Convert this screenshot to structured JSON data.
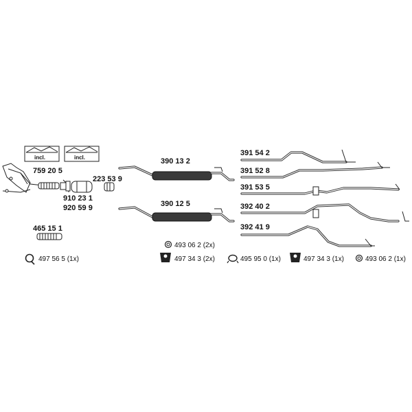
{
  "parts": {
    "cat_kit": "759 20 5",
    "front_pipe_a": "910 23 1",
    "front_pipe_b": "920 59 9",
    "sleeve": "223 53 9",
    "flex_pipe": "465 15 1",
    "rear_silencer_a": "390 13 2",
    "rear_silencer_b": "390 12 5",
    "tail_pipes": [
      "391 54 2",
      "391 52 8",
      "391 53 5",
      "392 40 2",
      "392 41 9"
    ]
  },
  "incl_label": "incl.",
  "accessories": {
    "clamp": "497 56 5 (1x)",
    "gasket_top": "493 06 2 (2x)",
    "rubber_mount_a": "497 34 3 (2x)",
    "ring_clamp": "495 95 0 (1x)",
    "rubber_mount_b": "497 34 3 (1x)",
    "gasket_right": "493 06 2 (1x)"
  },
  "icons": [
    "incl-kit-icon",
    "clamp-icon",
    "gasket-icon",
    "rubber-mount-icon",
    "ring-clamp-icon"
  ]
}
